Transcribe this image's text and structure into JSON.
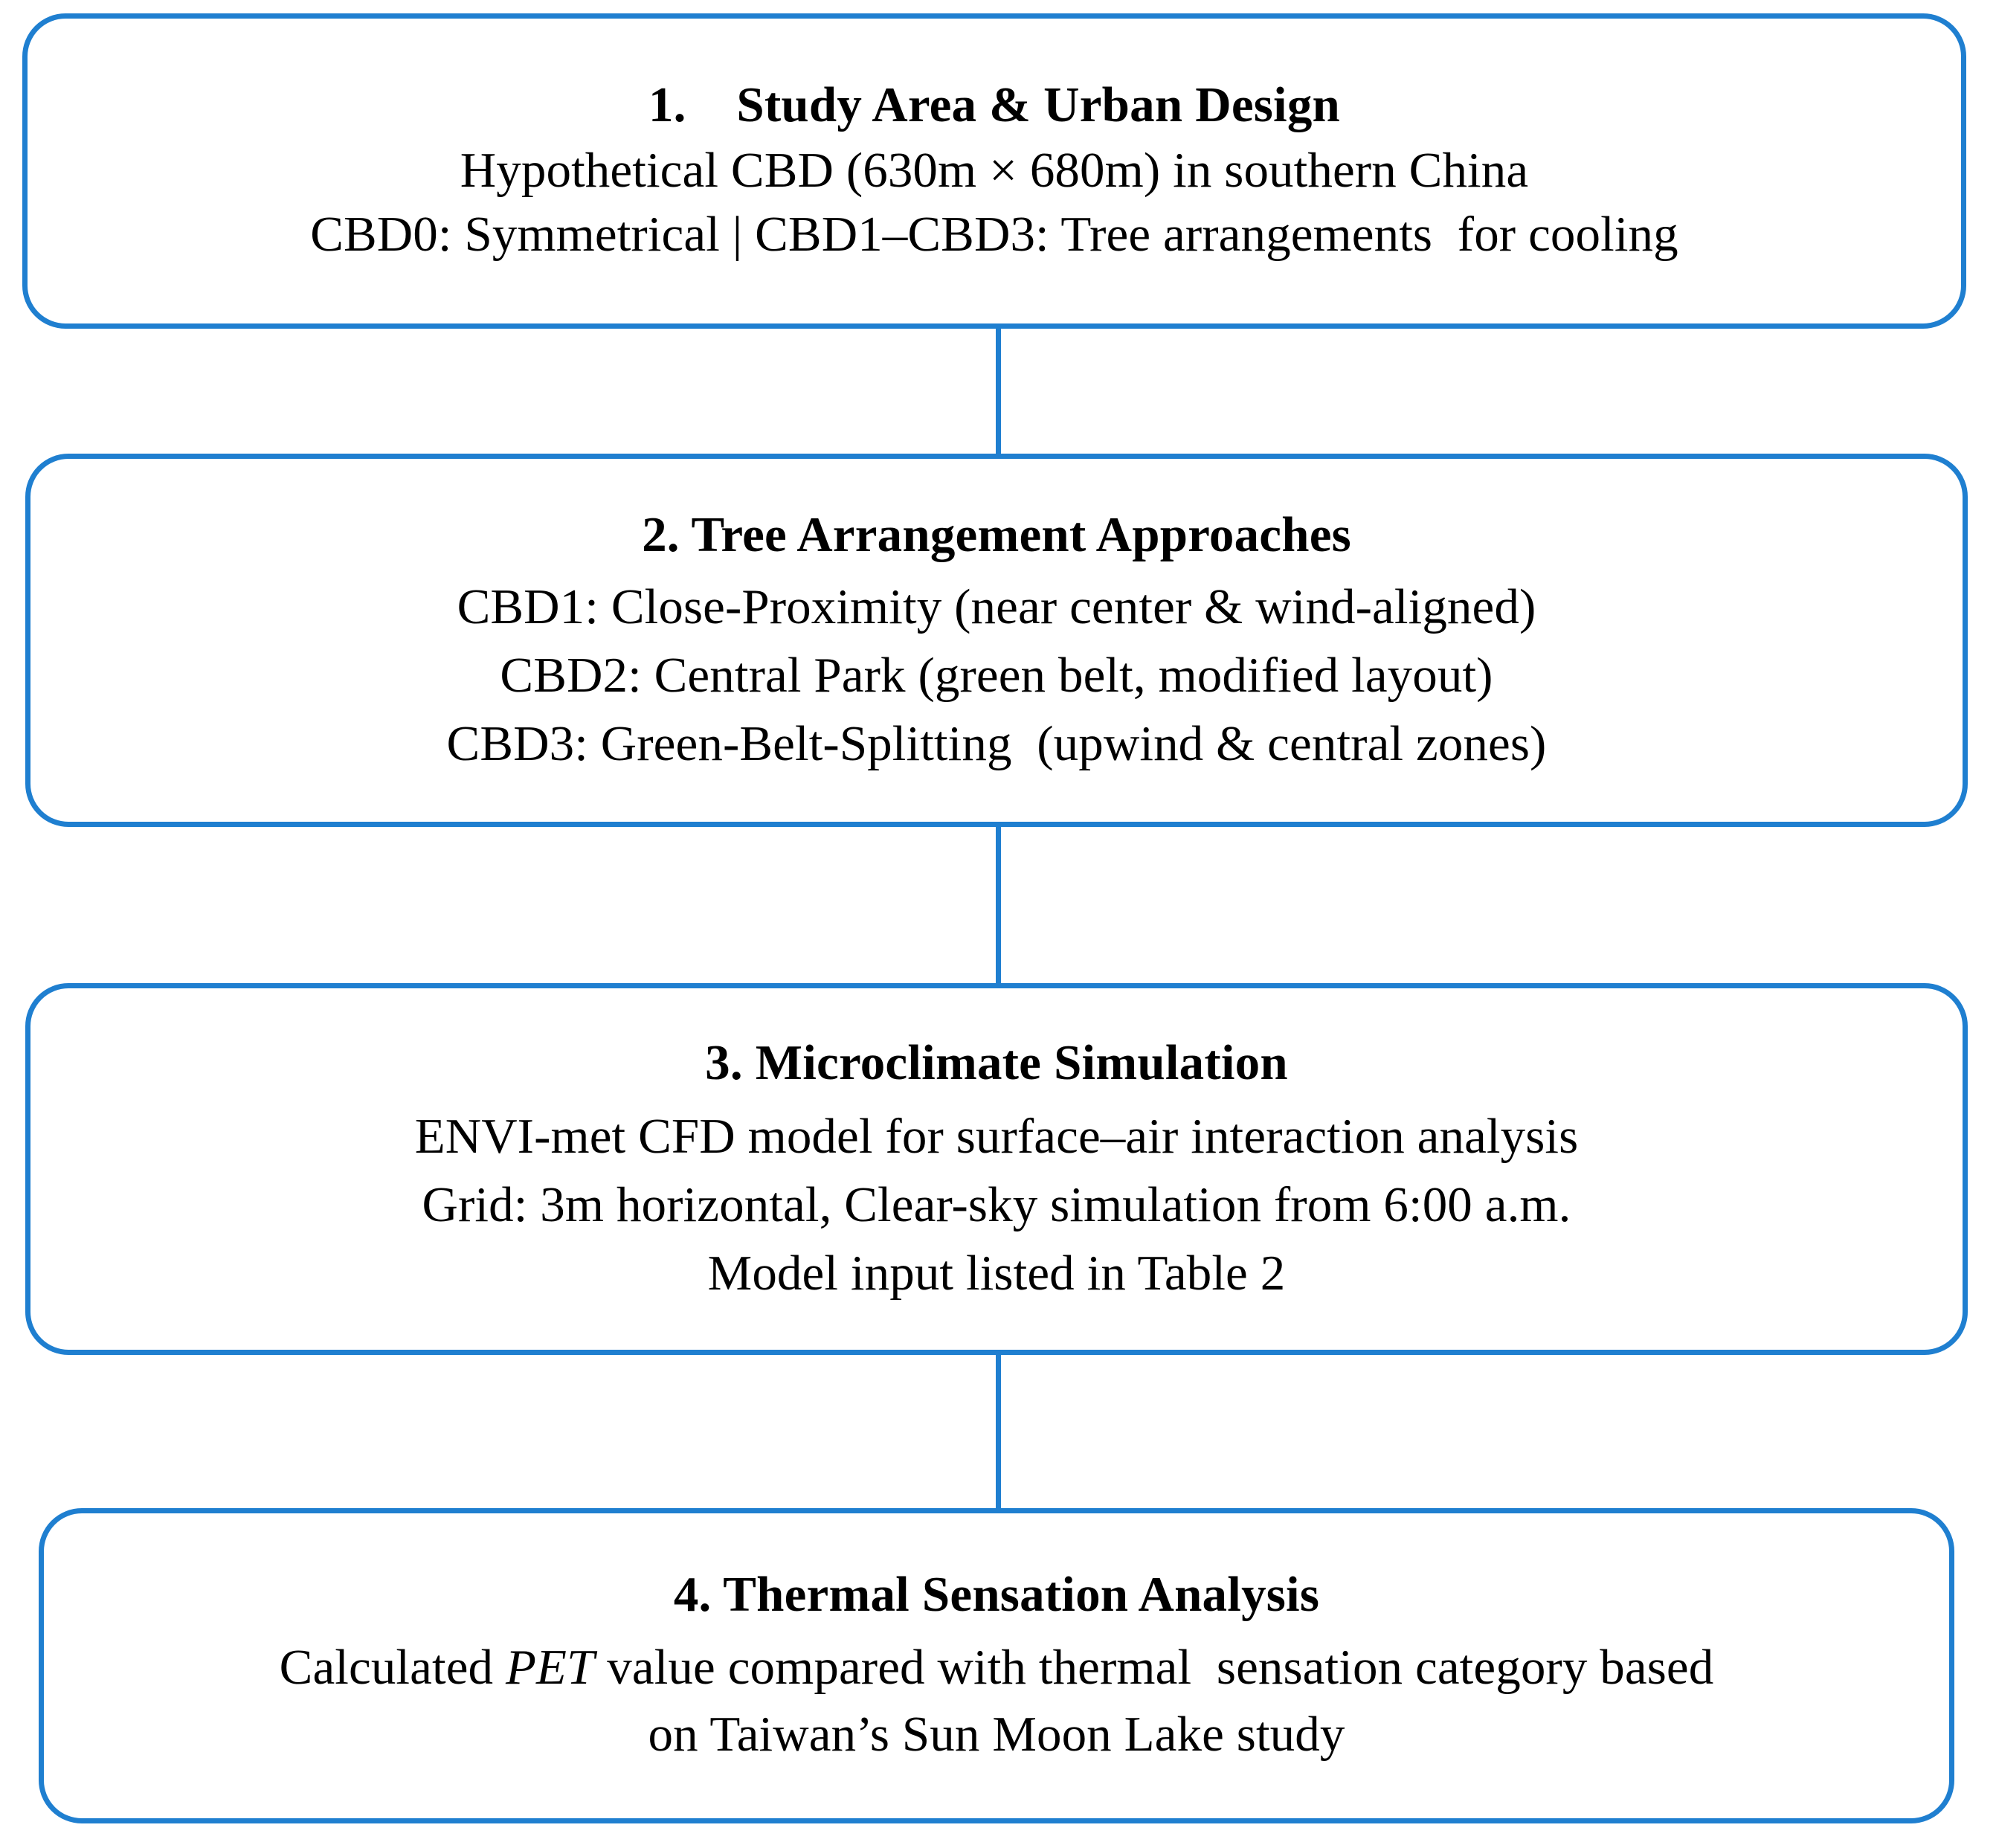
{
  "diagram": {
    "type": "flowchart",
    "orientation": "vertical",
    "accent_color": "#1f7fd0",
    "background_color": "#ffffff",
    "text_color": "#000000",
    "nodes": [
      {
        "id": "study-area-urban-design",
        "title": "1.    Study Area & Urban Design",
        "lines": [
          "Hypothetical CBD (630m × 680m) in southern China",
          "CBD0: Symmetrical | CBD1–CBD3: Tree arrangements  for cooling"
        ]
      },
      {
        "id": "tree-arrangement-approaches",
        "title": "2. Tree Arrangement Approaches",
        "lines": [
          "CBD1: Close-Proximity (near center & wind-aligned)",
          "CBD2: Central Park (green belt, modified layout)",
          "CBD3: Green-Belt-Splitting  (upwind & central zones)"
        ]
      },
      {
        "id": "microclimate-simulation",
        "title": "3. Microclimate Simulation",
        "lines": [
          "ENVI-met CFD model for surface–air interaction analysis",
          "Grid: 3m horizontal, Clear-sky simulation from 6:00 a.m.",
          "Model input listed in Table 2"
        ]
      },
      {
        "id": "thermal-sensation-analysis",
        "title": "4. Thermal Sensation Analysis",
        "lines_rich": [
          [
            {
              "t": "Calculated "
            },
            {
              "t": "PET",
              "style": "italic"
            },
            {
              "t": " value compared with thermal  sensation category based"
            }
          ],
          [
            {
              "t": "on Taiwan’s Sun Moon Lake study"
            }
          ]
        ]
      }
    ],
    "connectors": [
      {
        "id": "connector-1-2",
        "from": "study-area-urban-design",
        "to": "tree-arrangement-approaches"
      },
      {
        "id": "connector-2-3",
        "from": "tree-arrangement-approaches",
        "to": "microclimate-simulation"
      },
      {
        "id": "connector-3-4",
        "from": "microclimate-simulation",
        "to": "thermal-sensation-analysis"
      }
    ]
  }
}
